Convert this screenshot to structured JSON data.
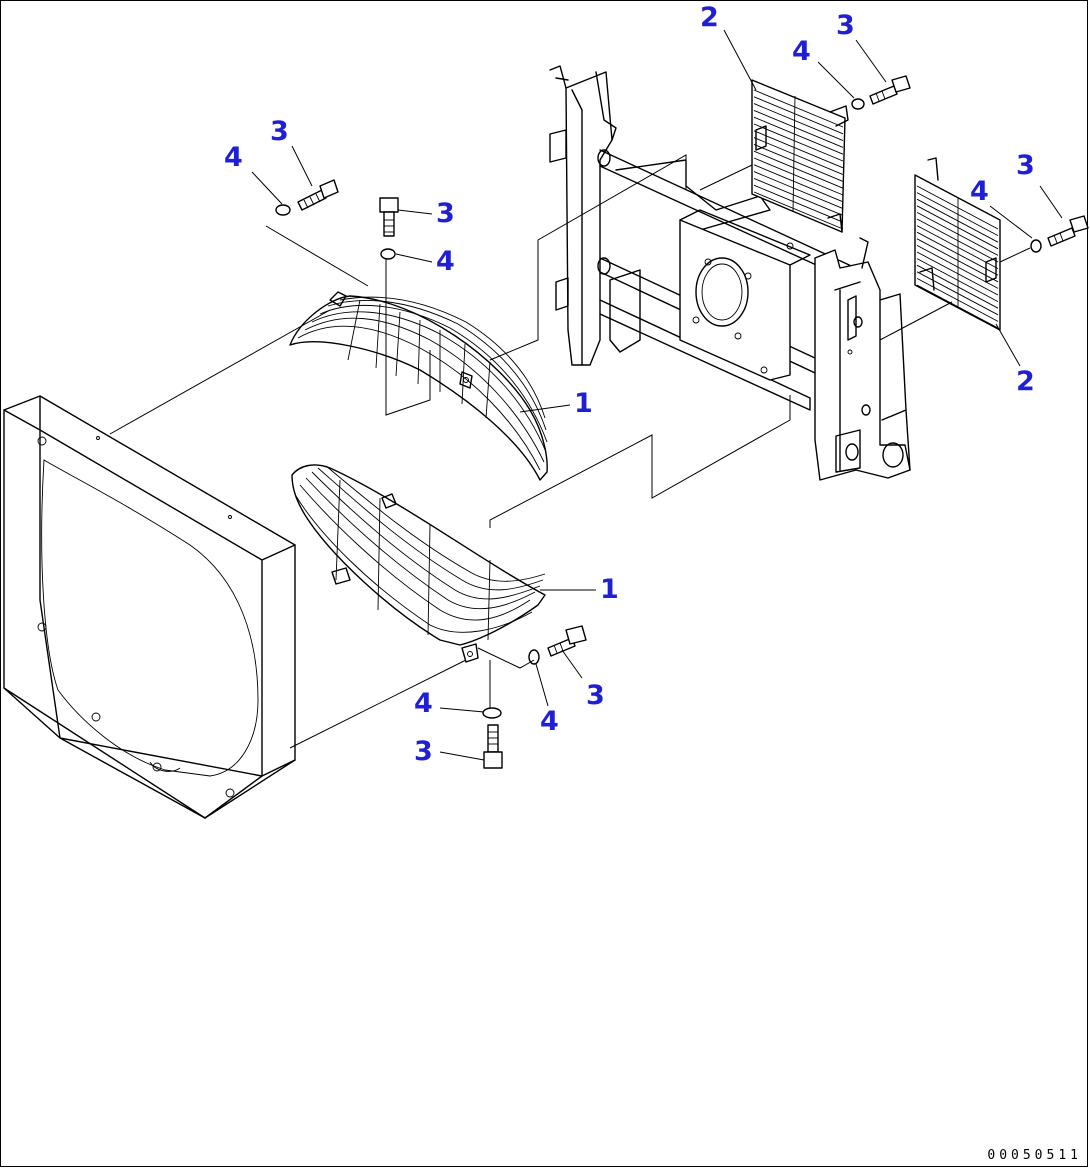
{
  "drawing_code": "00050511",
  "callouts": [
    {
      "id": "c1",
      "text": "4"
    },
    {
      "id": "c2",
      "text": "3"
    },
    {
      "id": "c3",
      "text": "3"
    },
    {
      "id": "c4",
      "text": "4"
    },
    {
      "id": "c5",
      "text": "1"
    },
    {
      "id": "c6",
      "text": "1"
    },
    {
      "id": "c7",
      "text": "3"
    },
    {
      "id": "c8",
      "text": "4"
    },
    {
      "id": "c9",
      "text": "4"
    },
    {
      "id": "c10",
      "text": "3"
    },
    {
      "id": "c11",
      "text": "2"
    },
    {
      "id": "c12",
      "text": "4"
    },
    {
      "id": "c13",
      "text": "3"
    },
    {
      "id": "c14",
      "text": "3"
    },
    {
      "id": "c15",
      "text": "4"
    },
    {
      "id": "c16",
      "text": "2"
    }
  ],
  "colors": {
    "callout": "#1f1fd6",
    "line": "#000000"
  }
}
